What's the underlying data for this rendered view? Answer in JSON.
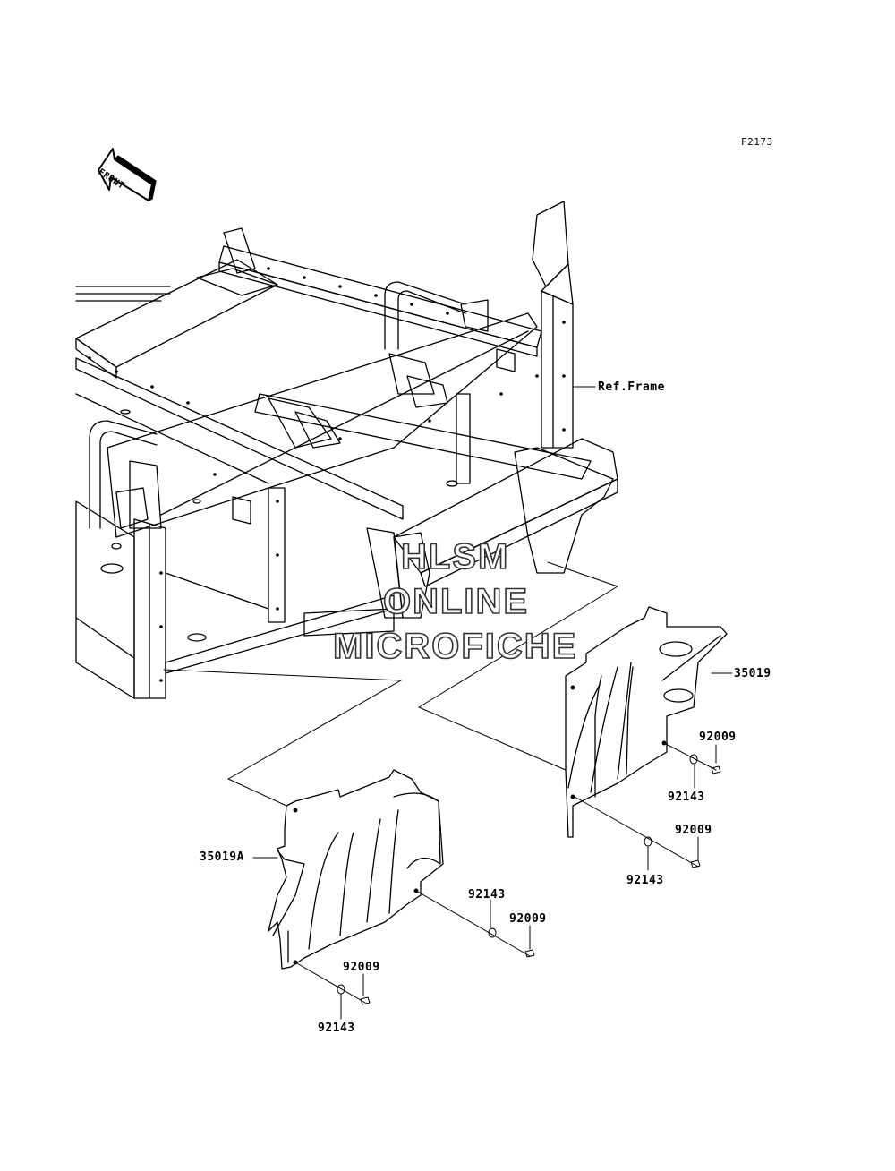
{
  "figure_code": "F2173",
  "front_arrow_text": "FRONT",
  "callouts": {
    "ref_frame": "Ref.Frame",
    "part_35019": "35019",
    "part_35019a": "35019A",
    "bolt_a": "92009",
    "washer_a": "92143",
    "bolt_b": "92009",
    "washer_b": "92143",
    "washer_c": "92143",
    "bolt_c": "92009",
    "bolt_d": "92009",
    "washer_d": "92143"
  },
  "watermark": {
    "line1": "HLSM",
    "line2": "ONLINE",
    "line3": "MICROFICHE"
  }
}
